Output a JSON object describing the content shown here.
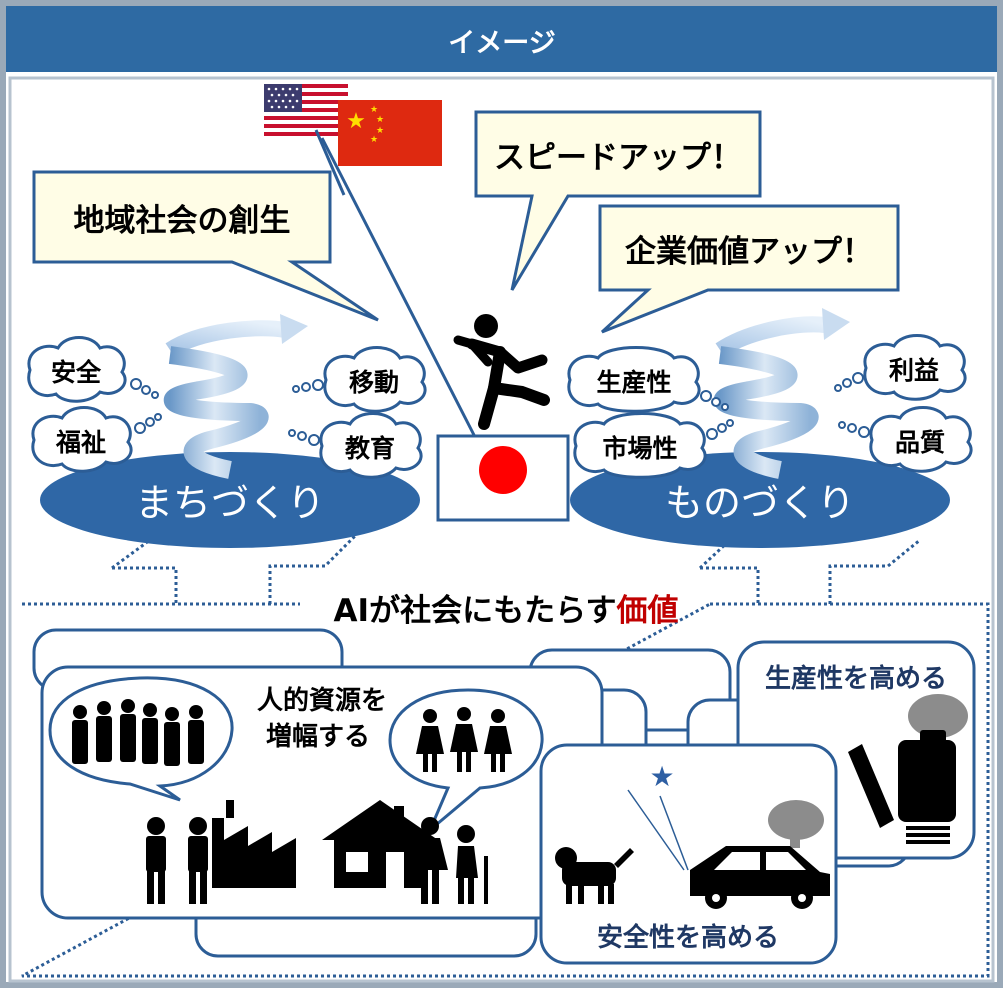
{
  "header": {
    "title": "イメージ"
  },
  "left_speech": "地域社会の創生",
  "speed_speech": "スピードアップ！",
  "value_speech": "企業価値アップ！",
  "machi": {
    "label": "まちづくり",
    "clouds": [
      "安全",
      "福祉",
      "移動",
      "教育"
    ]
  },
  "mono": {
    "label": "ものづくり",
    "clouds": [
      "生産性",
      "市場性",
      "利益",
      "品質"
    ]
  },
  "ai_value": {
    "prefix": "AIが社会にもたらす",
    "highlight": "価値"
  },
  "cards": {
    "human": {
      "line1": "人的資源を",
      "line2": "増幅する"
    },
    "productivity": "生産性を高める",
    "safety": "安全性を高める"
  },
  "flags": [
    "usa-flag",
    "china-flag",
    "japan-flag"
  ],
  "colors": {
    "frame": "#9aa9b8",
    "header_bg": "#2e6aa3",
    "ellipse": "#2f67a6",
    "card_border": "#2c5d96",
    "value_red": "#c00000",
    "speech_fill": "#fffde6",
    "label_navy": "#1f3864"
  },
  "icons": [
    "people-group-icon",
    "family-icon",
    "factory-icon",
    "house-icon",
    "elderly-icon",
    "runner-icon",
    "brain-icon",
    "robot-icon",
    "dog-icon",
    "car-icon",
    "star-icon"
  ]
}
